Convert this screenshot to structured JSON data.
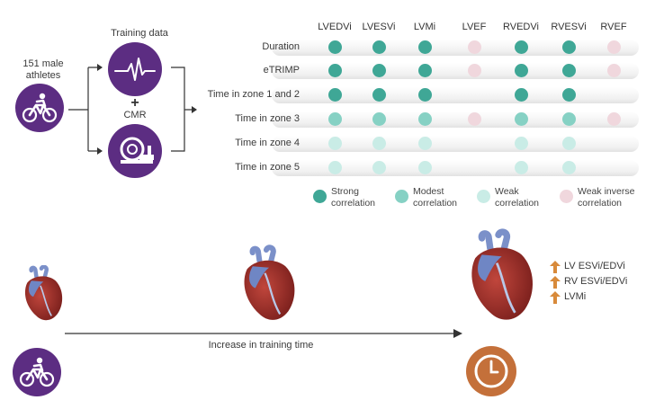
{
  "left": {
    "athletes": "151 male athletes",
    "training_label": "Training data",
    "plus": "+",
    "cmr_label": "CMR"
  },
  "columns": [
    "LVEDVi",
    "LVESVi",
    "LVMi",
    "LVEF",
    "RVEDVi",
    "RVESVi",
    "RVEF"
  ],
  "rows": [
    {
      "label": "Duration",
      "cells": [
        "strong",
        "strong",
        "strong",
        "weak_inverse",
        "strong",
        "strong",
        "weak_inverse"
      ]
    },
    {
      "label": "eTRIMP",
      "cells": [
        "strong",
        "strong",
        "strong",
        "weak_inverse",
        "strong",
        "strong",
        "weak_inverse"
      ]
    },
    {
      "label": "Time in zone 1 and 2",
      "cells": [
        "strong",
        "strong",
        "strong",
        "",
        "strong",
        "strong",
        ""
      ]
    },
    {
      "label": "Time in zone 3",
      "cells": [
        "modest",
        "modest",
        "modest",
        "weak_inverse",
        "modest",
        "modest",
        "weak_inverse"
      ]
    },
    {
      "label": "Time in zone 4",
      "cells": [
        "weak",
        "weak",
        "weak",
        "",
        "weak",
        "weak",
        ""
      ]
    },
    {
      "label": "Time in zone 5",
      "cells": [
        "weak",
        "weak",
        "weak",
        "",
        "weak",
        "weak",
        ""
      ]
    }
  ],
  "legend": [
    {
      "key": "strong",
      "line1": "Strong",
      "line2": "correlation"
    },
    {
      "key": "modest",
      "line1": "Modest",
      "line2": "correlation"
    },
    {
      "key": "weak",
      "line1": "Weak",
      "line2": "correlation"
    },
    {
      "key": "weak_inverse",
      "line1": "Weak inverse",
      "line2": "correlation"
    }
  ],
  "colors": {
    "strong": "#3fa796",
    "modest": "#86d1c4",
    "weak": "#c9ece6",
    "weak_inverse": "#f0d7dd",
    "purple": "#5c2d82",
    "orange": "#c4703a",
    "arrow": "#d88a3a"
  },
  "timeline": {
    "label": "Increase in training time"
  },
  "increases": [
    "LV ESVi/EDVi",
    "RV ESVi/EDVi",
    "LVMi"
  ]
}
